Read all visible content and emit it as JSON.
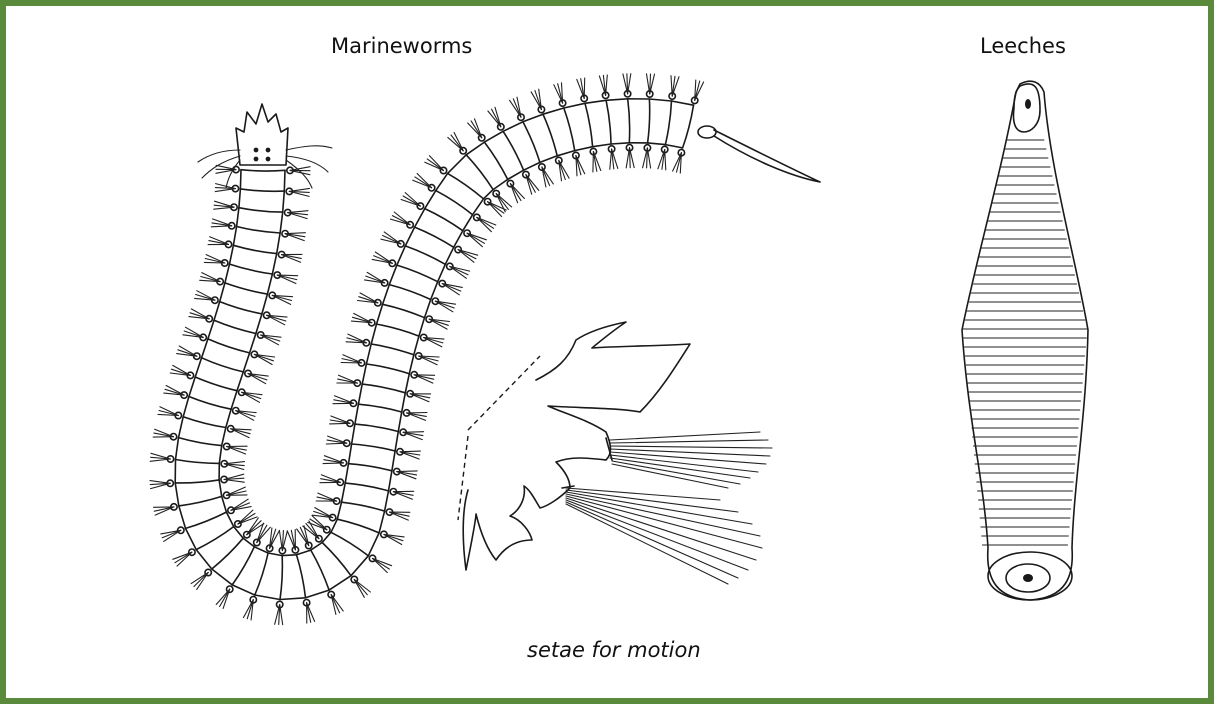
{
  "labels": {
    "marine_worms": "Marineworms",
    "leeches": "Leeches",
    "setae": "setae for motion"
  },
  "colors": {
    "frame": "#5a8a3c",
    "ink": "#1a1a1a"
  }
}
